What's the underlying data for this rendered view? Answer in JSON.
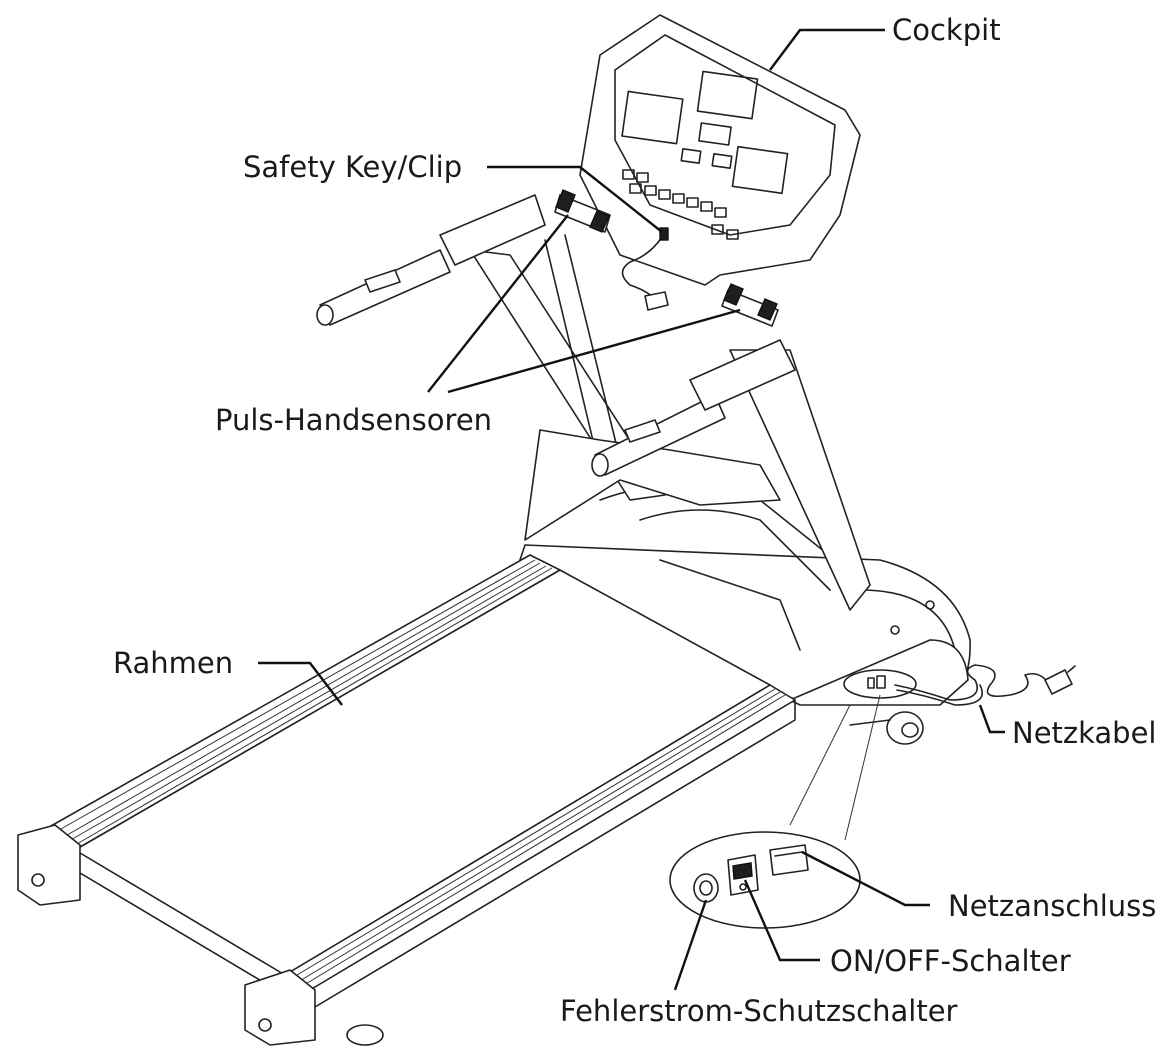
{
  "labels": {
    "cockpit": "Cockpit",
    "safety_key": "Safety Key/Clip",
    "pulse_sensors": "Puls-Handsensoren",
    "frame": "Rahmen",
    "power_cable": "Netzkabel",
    "power_socket": "Netzanschluss",
    "on_off_switch": "ON/OFF-Schalter",
    "circuit_breaker": "Fehlerstrom-Schutzschalter"
  }
}
